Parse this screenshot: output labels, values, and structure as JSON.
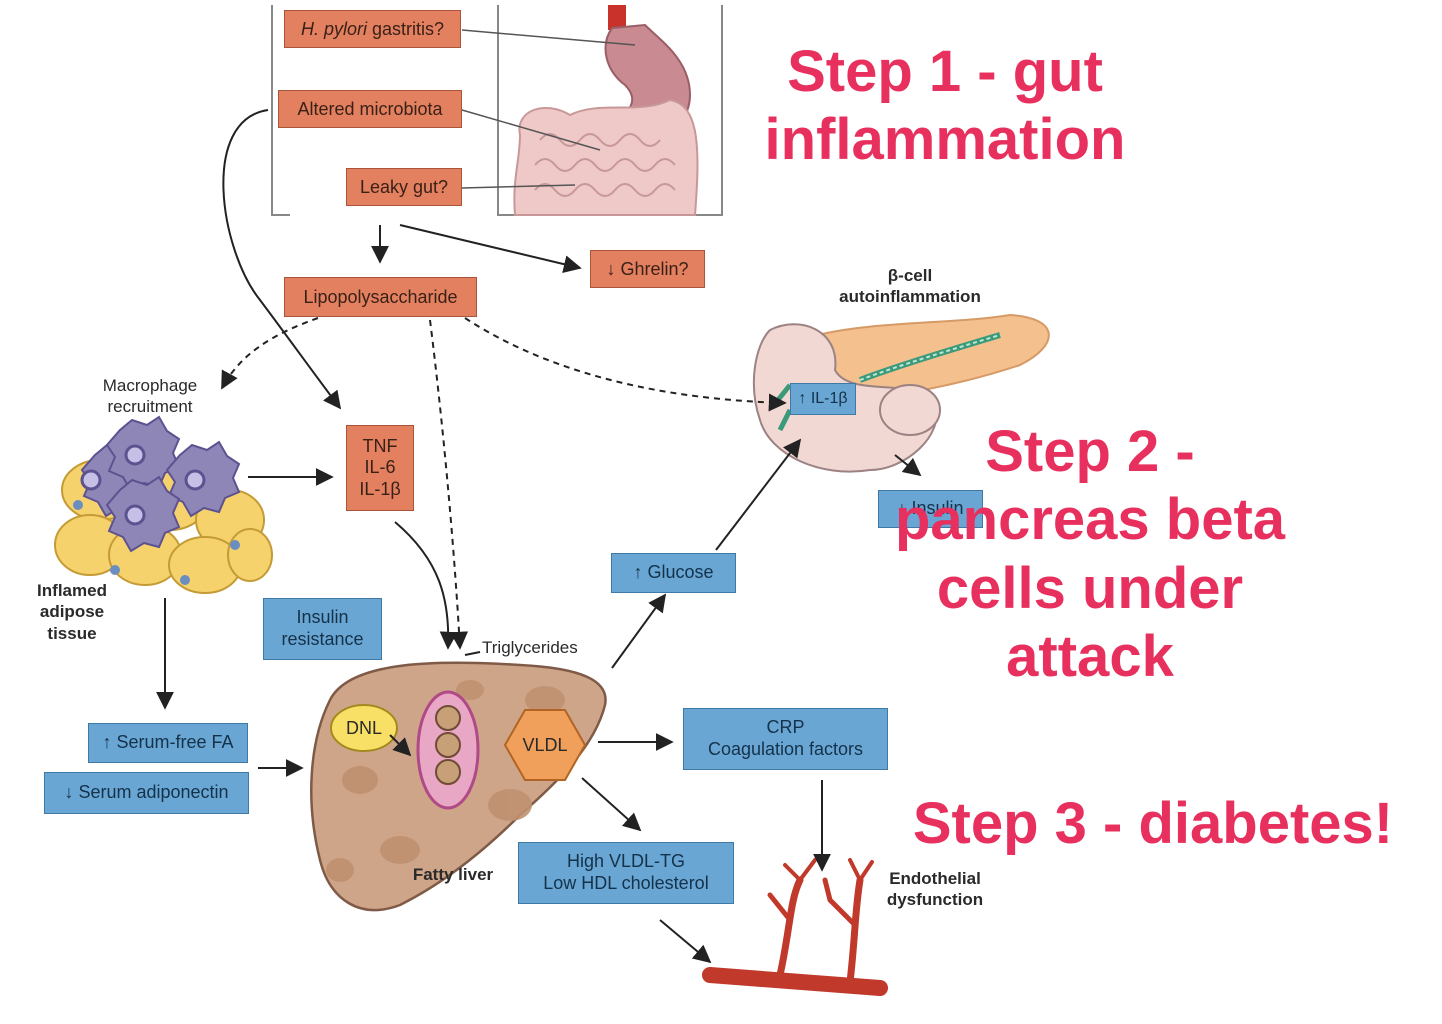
{
  "gut_section": {
    "hpylori_italic": "H. pylori",
    "hpylori_rest": " gastritis?",
    "altered_microbiota": "Altered microbiota",
    "leaky_gut": "Leaky gut?",
    "ghrelin": "↓ Ghrelin?",
    "lipopolysaccharide": "Lipopolysaccharide"
  },
  "adipose_section": {
    "macrophage_line1": "Macrophage",
    "macrophage_line2": "recruitment",
    "inflamed_line1": "Inflamed",
    "inflamed_line2": "adipose",
    "inflamed_line3": "tissue",
    "cytokines": [
      "TNF",
      "IL-6",
      "IL-1β"
    ],
    "insulin_resistance_line1": "Insulin",
    "insulin_resistance_line2": "resistance",
    "serum_free_fa": "↑ Serum-free FA",
    "serum_adiponectin": "↓ Serum adiponectin"
  },
  "liver_section": {
    "triglycerides": "Triglycerides",
    "dnl": "DNL",
    "vldl": "VLDL",
    "fatty_liver": "Fatty liver",
    "crp_line1": "CRP",
    "crp_line2": "Coagulation factors",
    "vldl_tg_line1": "High VLDL-TG",
    "vldl_tg_line2": "Low HDL cholesterol",
    "glucose": "↑ Glucose"
  },
  "pancreas_section": {
    "beta_cell_line1": "β-cell",
    "beta_cell_line2": "autoinflammation",
    "il1b": "↑ IL-1β",
    "insulin": "↓ Insulin"
  },
  "vessel_section": {
    "endothelial_line1": "Endothelial",
    "endothelial_line2": "dysfunction"
  },
  "steps": {
    "step1_line1": "Step 1 - gut",
    "step1_line2": "inflammation",
    "step2_line1": "Step 2 -",
    "step2_line2": "pancreas beta",
    "step2_line3": "cells under",
    "step2_line4": "attack",
    "step3": "Step 3 - diabetes!"
  },
  "colors": {
    "step_text": "#e8305e",
    "red_box": "#e3805f",
    "blue_box": "#6aa6d3"
  }
}
